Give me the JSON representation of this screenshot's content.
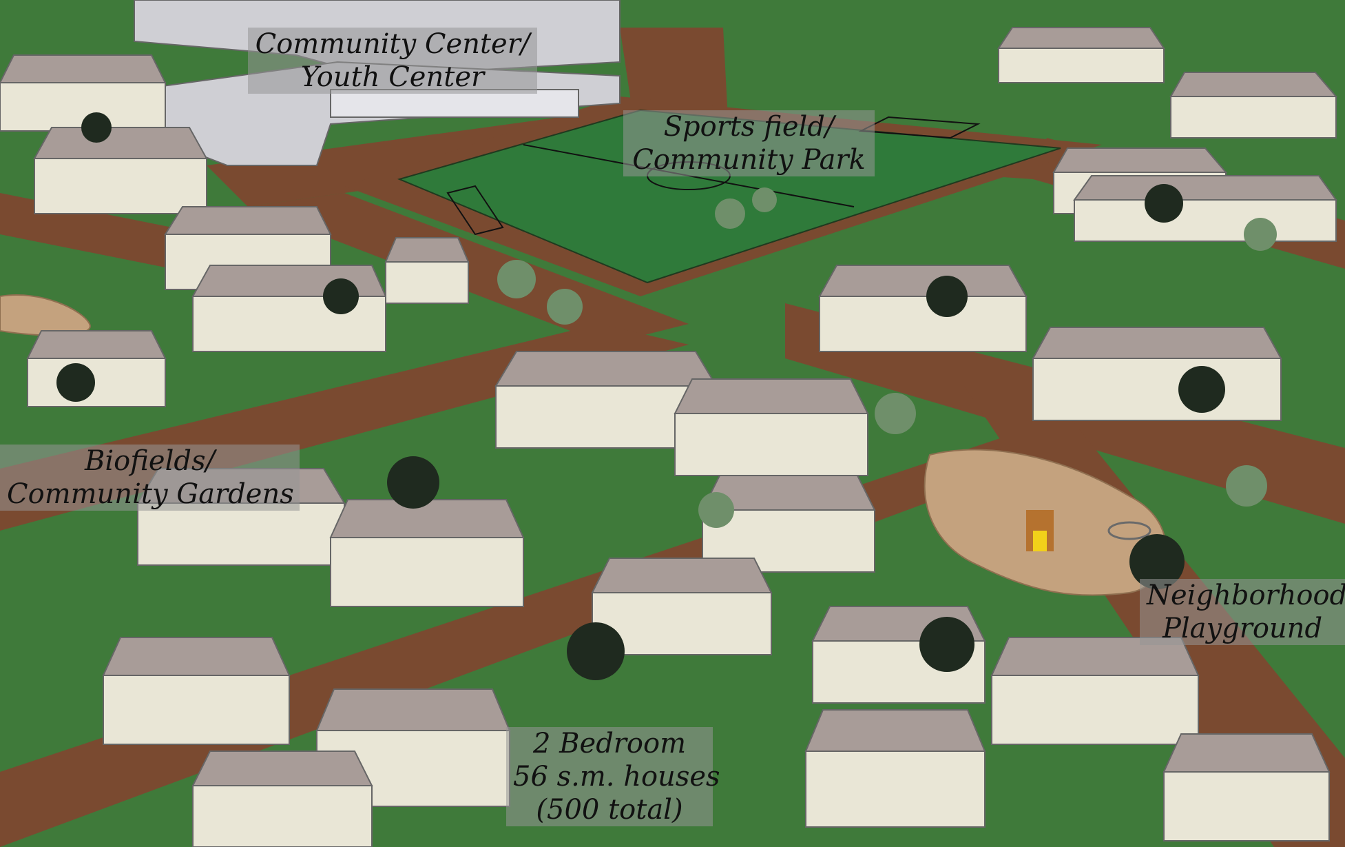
{
  "labels": {
    "community_center": {
      "line1": "Community Center/",
      "line2": "Youth Center"
    },
    "sports_field": {
      "line1": "Sports field/",
      "line2": "Community Park"
    },
    "biofields": {
      "line1": "Biofields/",
      "line2": "Community Gardens"
    },
    "playground": {
      "line1": "Neighborhood",
      "line2": "Playground"
    },
    "houses": {
      "line1": "2 Bedroom",
      "line2": "56 s.m. houses",
      "line3": "(500 total)"
    }
  },
  "colors": {
    "grass": "#3f7a3a",
    "field": "#2f7a3a",
    "road": "#7a4a30",
    "sand": "#c4a27e",
    "wall": "#e9e6d6",
    "roof": "#a89c98",
    "building": "#cfcfd4",
    "tree": "#1f2a1f",
    "palm": "#6f8f6a"
  }
}
